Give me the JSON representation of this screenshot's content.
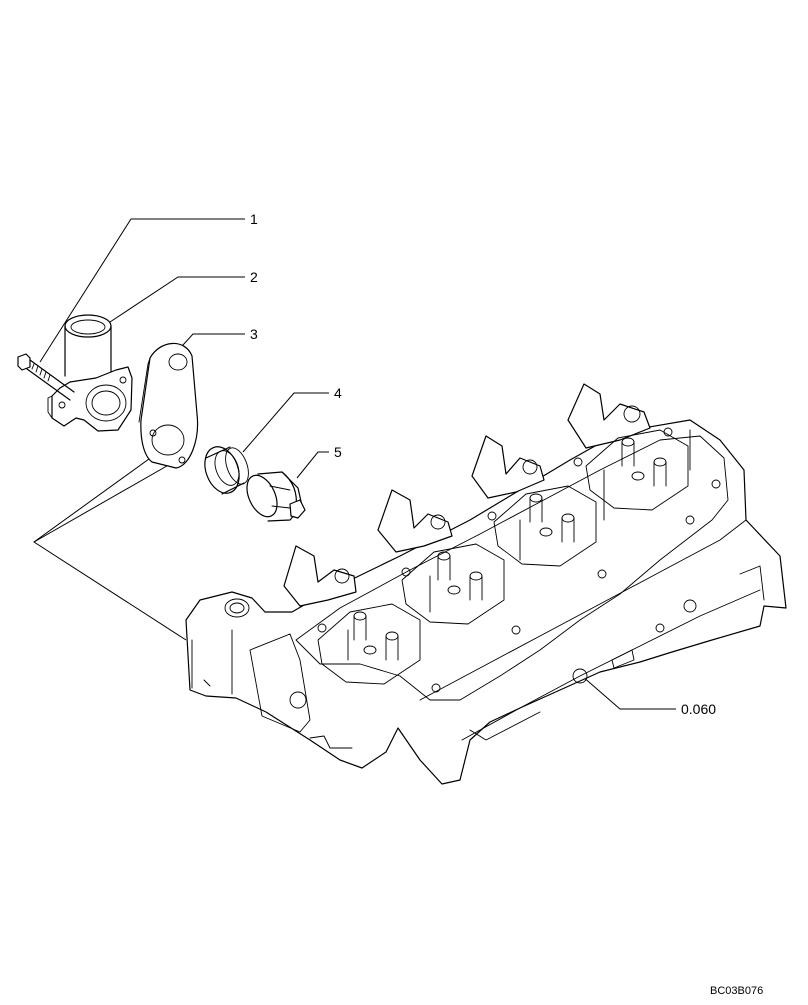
{
  "callouts": [
    {
      "id": "1",
      "label": "1"
    },
    {
      "id": "2",
      "label": "2"
    },
    {
      "id": "3",
      "label": "3"
    },
    {
      "id": "4",
      "label": "4"
    },
    {
      "id": "5",
      "label": "5"
    }
  ],
  "reference": {
    "label": "0.060"
  },
  "figure_code": "BC03B076"
}
